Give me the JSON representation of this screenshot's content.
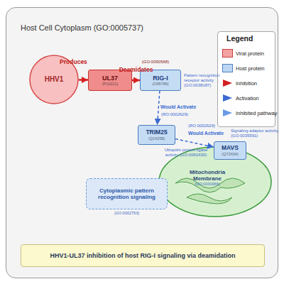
{
  "diagram": {
    "caption": "HHV1-UL37 inhibition of host RIG-I signaling via deamidation",
    "nodes": [
      {
        "text": [
          "Host Cell Cytoplasm (GO:0005737)"
        ]
      },
      {
        "text": [
          "HHV1"
        ],
        "in": 0
      },
      {
        "text": [
          "UL37",
          "(P10221)"
        ],
        "in": 0
      },
      {
        "text": [
          "RIG-I",
          "(O95786)"
        ],
        "in": 0
      },
      {
        "text": [
          "TRIM25",
          "(Q14258)"
        ],
        "in": 0
      },
      {
        "text": [
          "MAVS",
          "(Q7Z434)"
        ],
        "in": 0
      },
      {
        "text": [
          "Mitochondria Membrane",
          "(GO:0031966)"
        ],
        "in": 0
      },
      {
        "text": [
          "Cytoplasmic pattern recognition signaling",
          "(GO:0002753)"
        ],
        "in": 0
      }
    ],
    "edges": [
      {
        "from": 1,
        "to": 2,
        "arrow": "to",
        "label": "Produces"
      },
      {
        "from": 2,
        "to": 3,
        "arrow": "to",
        "label": "Deamidates"
      },
      {
        "from": 3,
        "to": 4,
        "arrow": "to",
        "label": "Would Activate"
      },
      {
        "from": 4,
        "to": 5,
        "arrow": "to",
        "label": "Would Activate"
      }
    ],
    "labels": [
      "(GO:0050568)",
      "Pattern recognition receptor activity (GO:0038187)",
      "(RO:0002629)",
      "(RO:0002629)",
      "Ubiquitin protein ligase activity (GO:0061630)",
      "Signaling adaptor activity (GO:0035591)",
      "Legend"
    ],
    "legend": [
      {
        "text": "Viral protein",
        "color": "#f4a3a3"
      },
      {
        "text": "Host protein",
        "color": "#bcd6f3"
      },
      {
        "text": "Inhibition"
      },
      {
        "text": "Activation"
      },
      {
        "text": "Inhibited pathway"
      }
    ]
  }
}
